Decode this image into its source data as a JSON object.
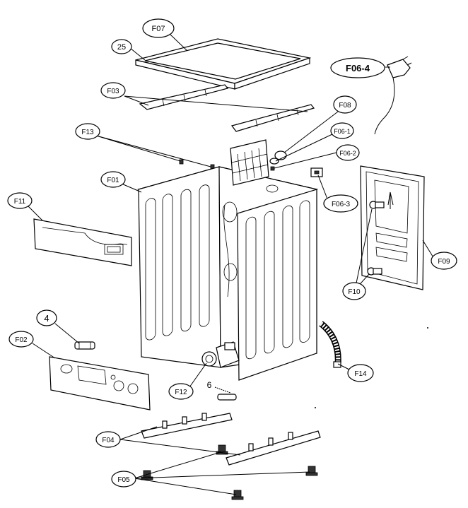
{
  "labels": {
    "f07": "F07",
    "n25": "25",
    "f03": "F03",
    "f064": "F06-4",
    "f08": "F08",
    "f13": "F13",
    "f061": "F06-1",
    "f062": "F06-2",
    "f063": "F06-3",
    "f01": "F01",
    "f11": "F11",
    "f09": "F09",
    "f10": "F10",
    "n4": "4",
    "f02": "F02",
    "f14": "F14",
    "f12": "F12",
    "n6": "6",
    "f04": "F04",
    "f05": "F05"
  }
}
